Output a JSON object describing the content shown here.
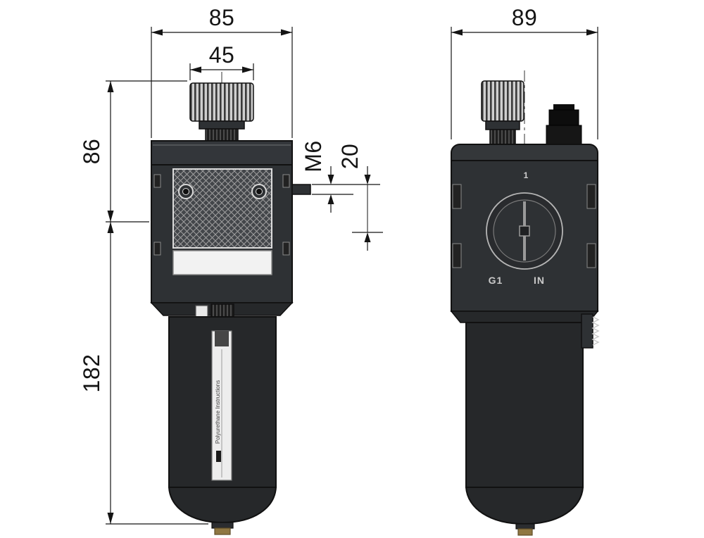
{
  "drawing": {
    "type": "technical-drawing",
    "subject": "pneumatic-lubricator-two-views",
    "dimensions": {
      "overall_width_front": "85",
      "knob_width": "45",
      "overall_width_side": "89",
      "head_height": "86",
      "body_height": "182",
      "thread_size": "M6",
      "thread_depth": "20"
    },
    "markings": {
      "port_label_left": "G1",
      "port_label_right": "IN",
      "top_index": "1",
      "bowl_text": "Polyurethane Instructions"
    },
    "colors": {
      "background": "#ffffff",
      "line": "#111111",
      "body": "#2e3134",
      "body_dark": "#26282a",
      "hatch_light": "#9f9f9f",
      "sight_stripe": "#ededed",
      "brass": "#8f7742"
    }
  }
}
